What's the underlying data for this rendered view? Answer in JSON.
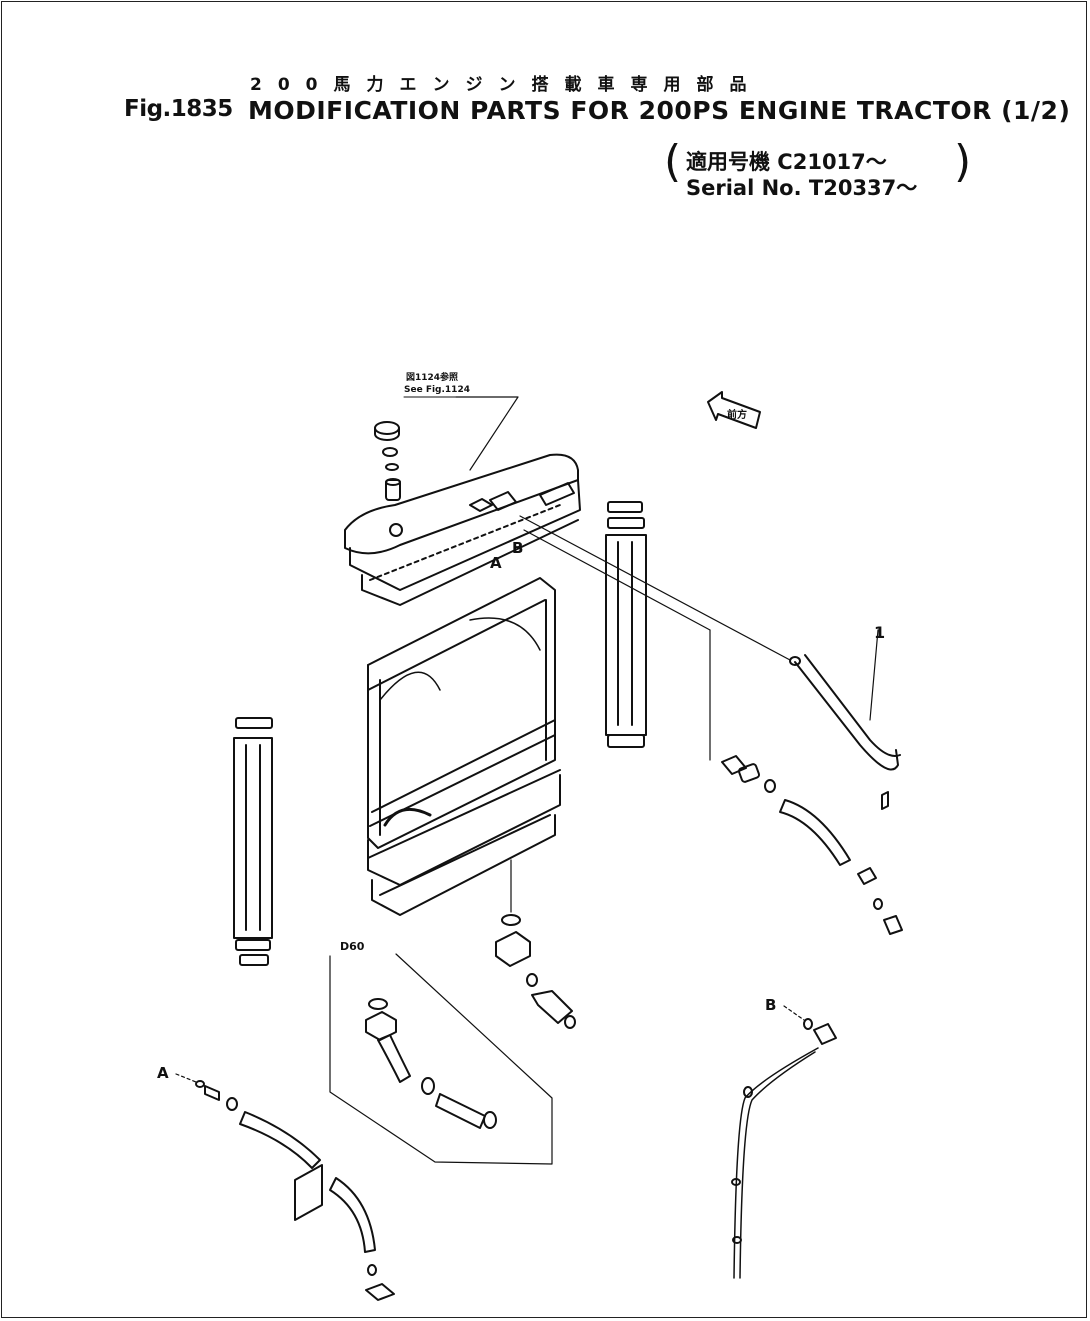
{
  "header": {
    "jp_title": "200馬力エンジン搭載車専用部品",
    "fig_label": "Fig.1835",
    "fig_title": "MODIFICATION  PARTS FOR 200PS ENGINE TRACTOR (1/2)",
    "serial_jp": "適用号機  C21017～",
    "serial_en": "Serial  No. T20337～"
  },
  "diagram": {
    "ref_jp": "図1124参照",
    "ref_en": "See Fig.1124",
    "direction_label": "前方",
    "callout_1": "1",
    "label_A_top": "A",
    "label_B_top": "B",
    "label_A_bottom": "A",
    "label_B_bottom": "B",
    "variant_label": "D60"
  }
}
